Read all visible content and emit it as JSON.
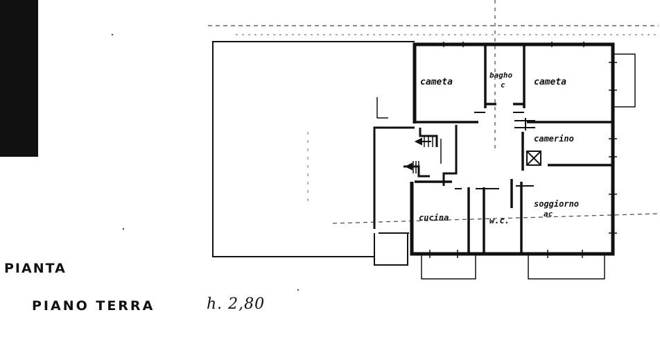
{
  "rooms": {
    "camera_left": "cameta",
    "bagno": "bagho",
    "bagno_suffix": "c",
    "camera_right": "cameta",
    "camerino": "camerino",
    "cucina": "cucina",
    "wc": "w.c.",
    "soggiorno": "soggiorno",
    "soggiorno_suffix": "ac"
  },
  "caption": {
    "title": "PIANTA",
    "floor": "PIANO TERRA",
    "height": "h. 2,80"
  },
  "colors": {
    "ink": "#111111",
    "paper": "#ffffff",
    "sidebar": "#111111"
  }
}
